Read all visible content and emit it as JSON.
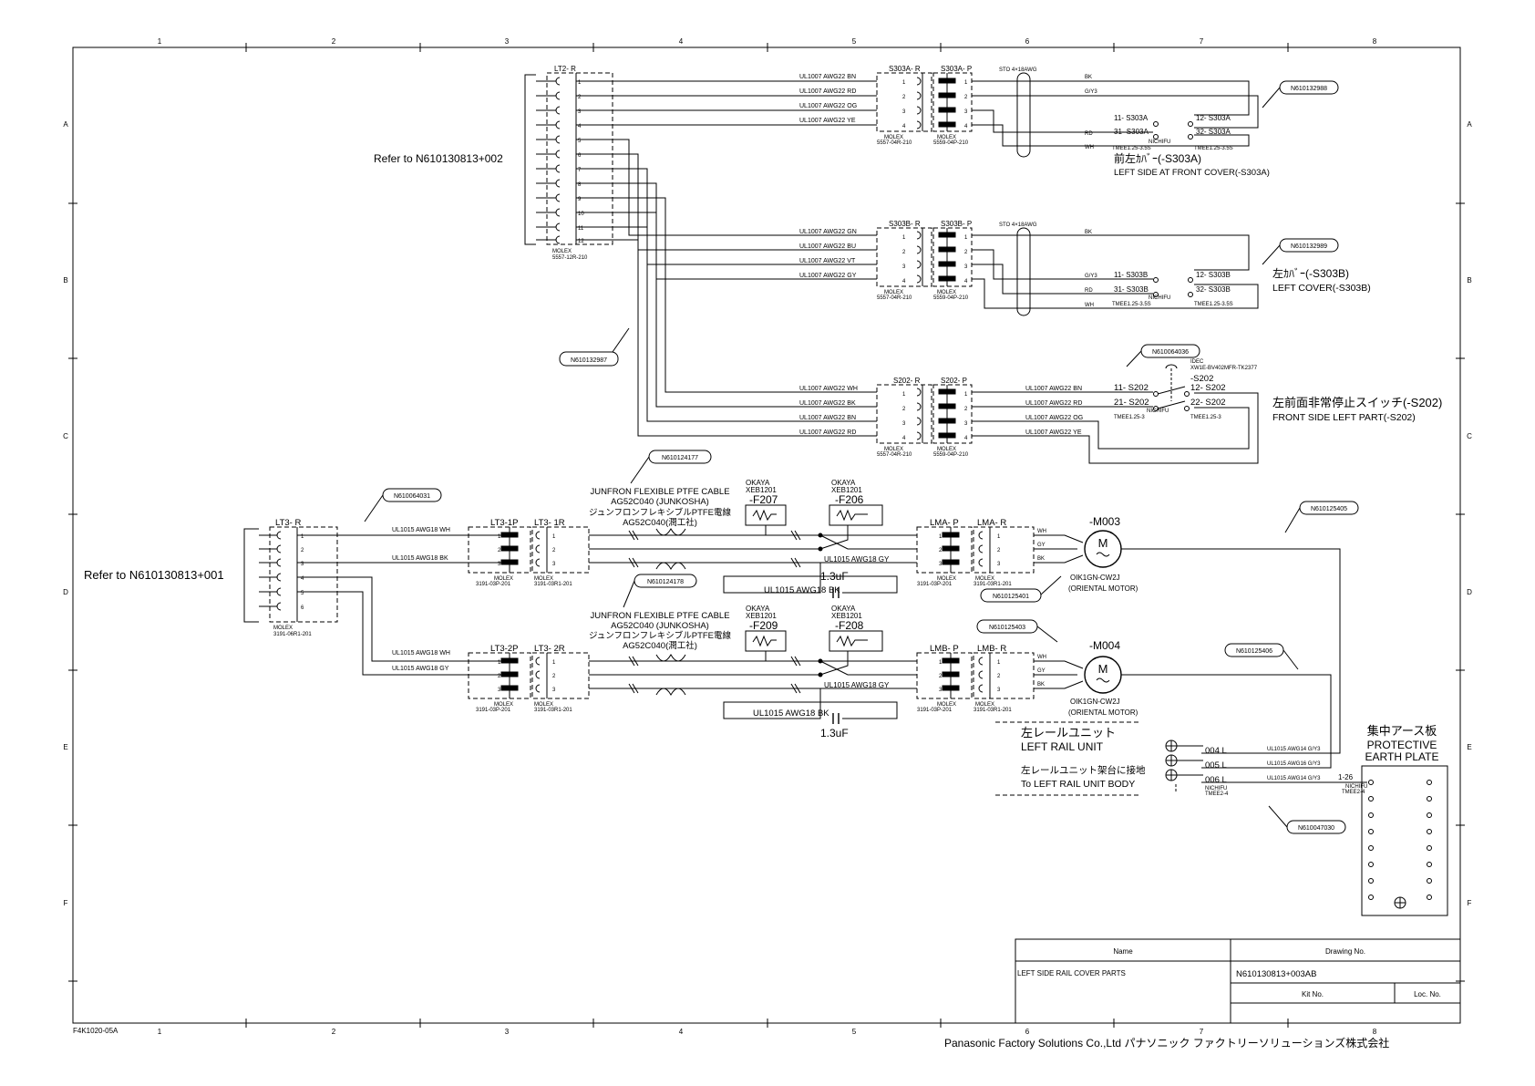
{
  "border": {
    "cols": [
      "1",
      "2",
      "3",
      "4",
      "5",
      "6",
      "7",
      "8"
    ],
    "rows": [
      "A",
      "B",
      "C",
      "D",
      "E",
      "F"
    ],
    "form_code": "F4K1020-05A"
  },
  "refs": {
    "ref_002": "Refer to N610130813+002",
    "ref_001": "Refer to N610130813+001"
  },
  "lt2": {
    "label": "LT2- R",
    "pins": [
      "1",
      "2",
      "3",
      "4",
      "5",
      "6",
      "7",
      "8",
      "9",
      "10",
      "11",
      "12"
    ],
    "maker": "MOLEX",
    "part": "5557-12R-210",
    "harness_tag": "N610132987"
  },
  "s303a": {
    "r_label": "S303A- R",
    "p_label": "S303A- P",
    "wires": [
      "UL1007 AWG22 BN",
      "UL1007 AWG22 RD",
      "UL1007 AWG22 OG",
      "UL1007 AWG22 YE"
    ],
    "pins": [
      "1",
      "2",
      "3",
      "4"
    ],
    "r_maker": "MOLEX",
    "r_part": "5557-04R-210",
    "p_maker": "MOLEX",
    "p_part": "5559-04P-210",
    "cable": "STO 4×18AWG",
    "out_colors": [
      "BK",
      "G/Y3",
      "RD",
      "WH"
    ],
    "terms": [
      "11- S303A",
      "31- S303A",
      "12- S303A",
      "32- S303A"
    ],
    "term_maker": "NICHIFU",
    "term_part": "TMEE1.25-3.5S",
    "tag": "N610132988",
    "title_jp": "前左ｶﾊﾞｰ(-S303A)",
    "title_en": "LEFT SIDE AT FRONT COVER(-S303A)"
  },
  "s303b": {
    "r_label": "S303B- R",
    "p_label": "S303B- P",
    "wires": [
      "UL1007 AWG22 GN",
      "UL1007 AWG22 BU",
      "UL1007 AWG22 VT",
      "UL1007 AWG22 GY"
    ],
    "pins": [
      "1",
      "2",
      "3",
      "4"
    ],
    "r_maker": "MOLEX",
    "r_part": "5557-04R-210",
    "p_maker": "MOLEX",
    "p_part": "5559-04P-210",
    "cable": "STO 4×18AWG",
    "out_colors": [
      "BK",
      "G/Y3",
      "RD",
      "WH"
    ],
    "terms": [
      "11- S303B",
      "31- S303B",
      "12- S303B",
      "32- S303B"
    ],
    "term_maker": "NICHIFU",
    "term_part": "TMEE1.25-3.5S",
    "tag": "N610132989",
    "title_jp": "左ｶﾊﾞｰ(-S303B)",
    "title_en": "LEFT COVER(-S303B)"
  },
  "s202": {
    "r_label": "S202- R",
    "p_label": "S202- P",
    "wires": [
      "UL1007 AWG22 WH",
      "UL1007 AWG22 BK",
      "UL1007 AWG22 BN",
      "UL1007 AWG22 RD"
    ],
    "out_wires": [
      "UL1007 AWG22 BN",
      "UL1007 AWG22 RD",
      "UL1007 AWG22 OG",
      "UL1007 AWG22 YE"
    ],
    "pins": [
      "1",
      "2",
      "3",
      "4"
    ],
    "r_maker": "MOLEX",
    "r_part": "5557-04R-210",
    "p_maker": "MOLEX",
    "p_part": "5559-04P-210",
    "tag": "N610064036",
    "switch_maker": "IDEC",
    "switch_part": "XW1E-BV402MFR-TK2377",
    "switch_label": "-S202",
    "terms": [
      "11- S202",
      "21- S202",
      "12- S202",
      "22- S202"
    ],
    "term_maker": "NICHIFU",
    "term_part": "TMEE1.25-3",
    "title_jp": "左前面非常停止スイッチ(-S202)",
    "title_en": "FRONT SIDE LEFT PART(-S202)"
  },
  "lt3": {
    "label": "LT3- R",
    "pins": [
      "1",
      "2",
      "3",
      "4",
      "5",
      "6"
    ],
    "maker": "MOLEX",
    "part": "3191-06R1-201",
    "tag": "N610064031"
  },
  "cable_desc": {
    "l1": "JUNFRON FLEXIBLE PTFE CABLE",
    "l2": "AG52C040 (JUNKOSHA)",
    "l3": "ジュンフロンフレキシブルPTFE電線",
    "l4": "AG52C040(潤工社)"
  },
  "m003": {
    "tag_cable": "N610124177",
    "w1": "UL1015 AWG18 WH",
    "w2": "UL1015 AWG18 BK",
    "p_label": "LT3-1P",
    "r_label": "LT3- 1R",
    "pins": [
      "1",
      "2",
      "3"
    ],
    "p_maker": "MOLEX",
    "p_part": "3191-03P-201",
    "r_maker": "MOLEX",
    "r_part": "3191-03R1-201",
    "fuse1_maker": "OKAYA",
    "fuse1_part": "XEB1201",
    "fuse1": "-F207",
    "fuse2_maker": "OKAYA",
    "fuse2_part": "XEB1201",
    "fuse2": "-F206",
    "gy_wire": "UL1015 AWG18 GY",
    "cap_wire": "UL1015 AWG18 BK",
    "cap": "1.3uF",
    "lm_p": "LMA- P",
    "lm_r": "LMA- R",
    "lm_p_maker": "MOLEX",
    "lm_p_part": "3191-03P-201",
    "lm_r_maker": "MOLEX",
    "lm_r_part": "3191-03R1-201",
    "colors": [
      "WH",
      "GY",
      "BK"
    ],
    "motor": "-M003",
    "motor_model": "OIK1GN-CW2J",
    "motor_maker": "(ORIENTAL MOTOR)",
    "motor_tag": "N610125401",
    "earth_tag": "N610125405"
  },
  "m004": {
    "tag_cable": "N610124178",
    "w1": "UL1015 AWG18 WH",
    "w2": "UL1015 AWG18 GY",
    "p_label": "LT3-2P",
    "r_label": "LT3- 2R",
    "pins": [
      "1",
      "2",
      "3"
    ],
    "p_maker": "MOLEX",
    "p_part": "3191-03P-201",
    "r_maker": "MOLEX",
    "r_part": "3191-03R1-201",
    "fuse1_maker": "OKAYA",
    "fuse1_part": "XEB1201",
    "fuse1": "-F209",
    "fuse2_maker": "OKAYA",
    "fuse2_part": "XEB1201",
    "fuse2": "-F208",
    "gy_wire": "UL1015 AWG18 GY",
    "cap_wire": "UL1015 AWG18 BK",
    "cap": "1.3uF",
    "lm_p": "LMB- P",
    "lm_r": "LMB- R",
    "lm_p_maker": "MOLEX",
    "lm_p_part": "3191-03P-201",
    "lm_r_maker": "MOLEX",
    "lm_r_part": "3191-03R1-201",
    "colors": [
      "WH",
      "GY",
      "BK"
    ],
    "motor": "-M004",
    "motor_model": "OIK1GN-CW2J",
    "motor_maker": "(ORIENTAL MOTOR)",
    "motor_tag": "N610125403",
    "earth_tag": "N610125406"
  },
  "rail": {
    "jp": "左レールユニット",
    "en": "LEFT RAIL UNIT",
    "body_jp": "左レールユニット架台に接地",
    "body_en": "To LEFT RAIL UNIT BODY",
    "terms": [
      "004 L",
      "005 L",
      "006 L"
    ],
    "wires": [
      "UL1015 AWG14 G/Y3",
      "UL1015 AWG16 G/Y3",
      "UL1015 AWG14 G/Y3"
    ],
    "term_maker": "NICHIFU",
    "term_part": "TMEE2-4",
    "tb_term": "1-26",
    "tb_maker": "NICHIFU",
    "tb_part": "TMEE2-4",
    "tag": "N610047030"
  },
  "earth_plate": {
    "jp": "集中アース板",
    "en1": "PROTECTIVE",
    "en2": "EARTH PLATE"
  },
  "title_block": {
    "name_hdr": "Name",
    "drawing_hdr": "Drawing No.",
    "name": "LEFT SIDE RAIL COVER PARTS",
    "drawing_no": "N610130813+003AB",
    "kit_hdr": "Kit No.",
    "loc_hdr": "Loc. No.",
    "company": "Panasonic Factory Solutions Co.,Ltd パナソニック ファクトリーソリューションズ株式会社"
  }
}
